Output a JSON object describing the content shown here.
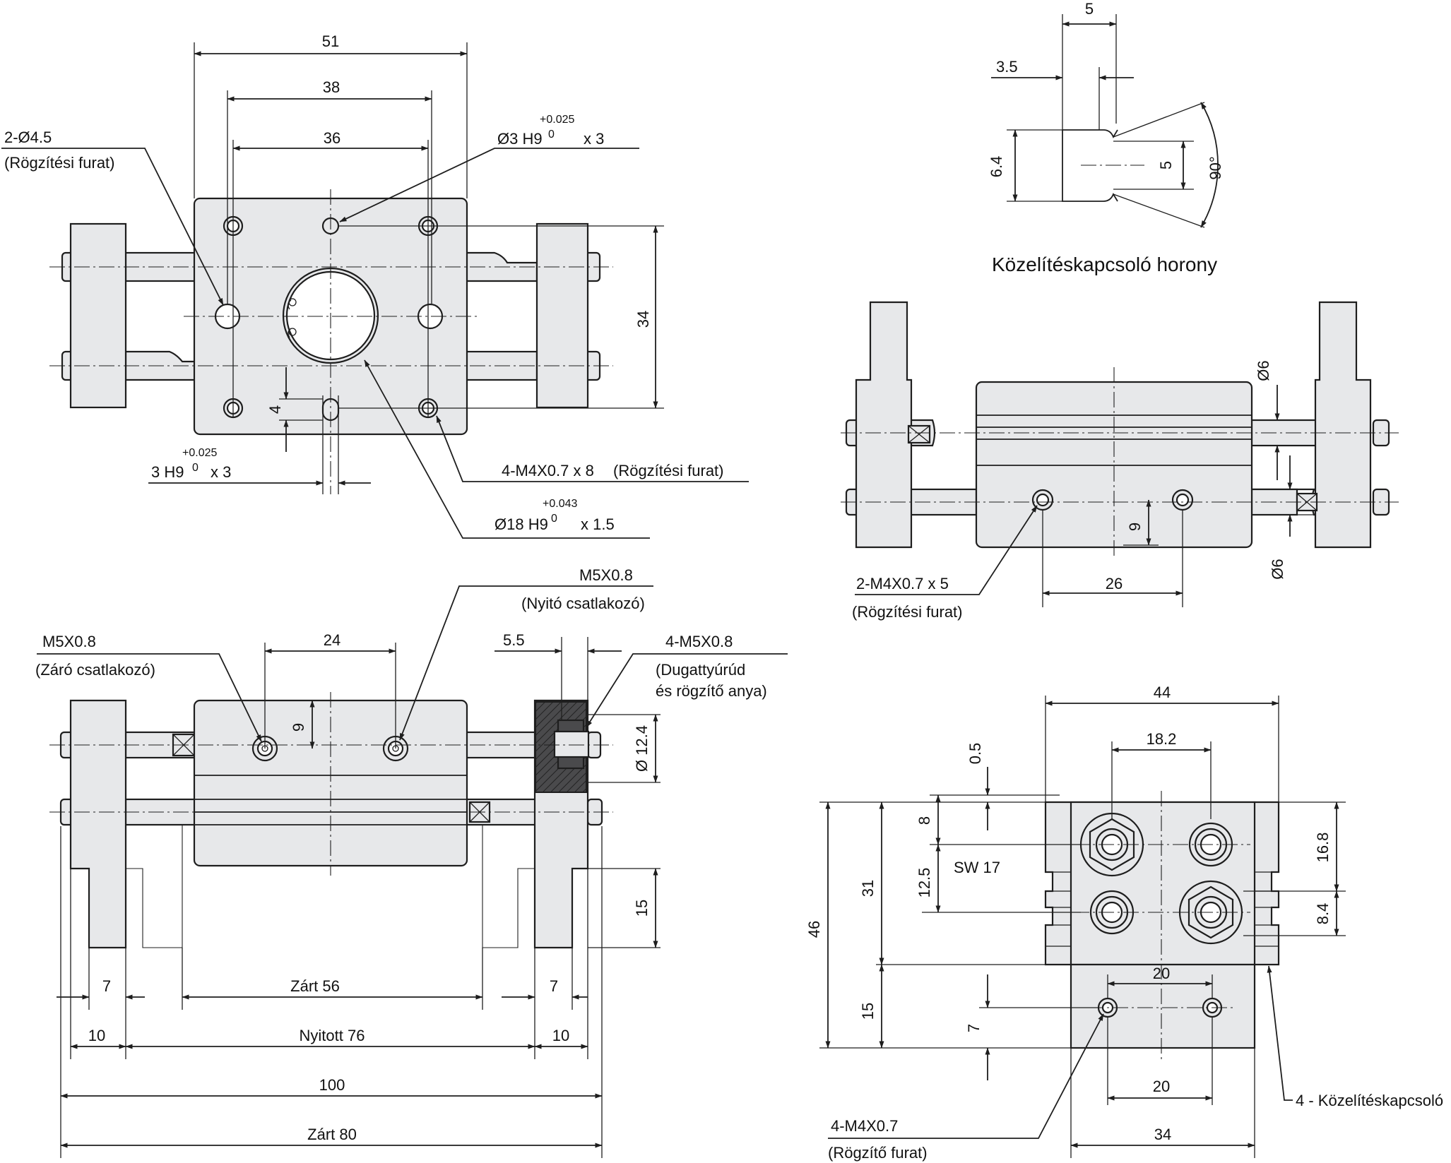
{
  "top_view": {
    "dims": {
      "d51": "51",
      "d38": "38",
      "d36": "36",
      "d34": "34",
      "d4": "4"
    },
    "callouts": {
      "mount_hole": "2-Ø4.5",
      "mount_hole_note": "(Rögzítési furat)",
      "pin_hole_top_main": "Ø3 H9",
      "pin_hole_top_tol_upper": "+0.025",
      "pin_hole_top_tol_lower": "0",
      "pin_hole_top_qty": "x 3",
      "pin_hole_bottom_main": "3 H9",
      "pin_hole_bottom_tol_upper": "+0.025",
      "pin_hole_bottom_tol_lower": "0",
      "pin_hole_bottom_qty": "x 3",
      "thread_hole": "4-M4X0.7 x  8",
      "thread_hole_note": "(Rögzítési furat)",
      "bore_main": "Ø18 H9",
      "bore_tol_upper": "+0.043",
      "bore_tol_lower": "0",
      "bore_qty": "x 1.5"
    }
  },
  "slot_detail": {
    "title": "Közelítéskapcsoló horony",
    "dims": {
      "d5_top": "5",
      "d3_5": "3.5",
      "d6_4": "6.4",
      "d5_side": "5",
      "angle": "90°"
    }
  },
  "right_side_view": {
    "dims": {
      "dia6_top": "Ø6",
      "dia6_bottom": "Ø6",
      "d9": "9",
      "d26": "26"
    },
    "callouts": {
      "thread": "2-M4X0.7 x 5",
      "thread_note": "(Rögzítési furat)"
    }
  },
  "front_view": {
    "dims": {
      "d24": "24",
      "d5_5": "5.5",
      "d9": "9",
      "dia12_4": "Ø 12.4",
      "d15": "15",
      "d7_left": "7",
      "d7_right": "7",
      "closed56": "Zárt 56",
      "d10_left": "10",
      "d10_right": "10",
      "open76": "Nyitott 76",
      "d100": "100",
      "closed80": "Zárt 80"
    },
    "callouts": {
      "close_port": "M5X0.8",
      "close_port_note": "(Záró csatlakozó)",
      "open_port": "M5X0.8",
      "open_port_note": "(Nyitó csatlakozó)",
      "rod_nut": "4-M5X0.8",
      "rod_nut_note1": "(Dugattyúrúd",
      "rod_nut_note2": "és rögzítő anya)"
    }
  },
  "end_view": {
    "dims": {
      "d44": "44",
      "d18_2": "18.2",
      "d0_5": "0.5",
      "d8": "8",
      "sw17": "SW 17",
      "d12_5": "12.5",
      "d31": "31",
      "d46": "46",
      "d15": "15",
      "d7": "7",
      "d20_top": "20",
      "d20_bottom": "20",
      "d34": "34",
      "d16_8": "16.8",
      "d8_4": "8.4"
    },
    "callouts": {
      "thread": "4-M4X0.7",
      "thread_note": "(Rögzítő furat)",
      "switch": "4 - Közelítéskapcsoló"
    }
  }
}
